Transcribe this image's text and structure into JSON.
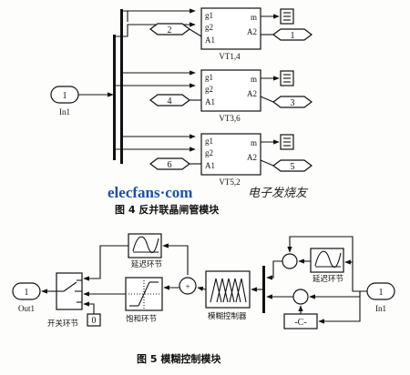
{
  "figure4": {
    "caption": "图 4   反并联晶闸管模块",
    "inport": {
      "number": "1",
      "label": "In1"
    },
    "thyristors": [
      {
        "name": "VT1,4",
        "port_g1": "g1",
        "port_g2": "g2",
        "port_A1": "A1",
        "port_m": "m",
        "port_A2": "A2",
        "left_conn": "2",
        "right_conn": "1"
      },
      {
        "name": "VT3,6",
        "port_g1": "g1",
        "port_g2": "g2",
        "port_A1": "A1",
        "port_m": "m",
        "port_A2": "A2",
        "left_conn": "4",
        "right_conn": "3"
      },
      {
        "name": "VT5,2",
        "port_g1": "g1",
        "port_g2": "g2",
        "port_A1": "A1",
        "port_m": "m",
        "port_A2": "A2",
        "left_conn": "6",
        "right_conn": "5"
      }
    ]
  },
  "watermark": {
    "brand": "elecfans·com",
    "cn": "电子发烧友"
  },
  "figure5": {
    "caption": "图 5    模糊控制模块",
    "outport": {
      "number": "1",
      "label": "Out1"
    },
    "inport": {
      "number": "1",
      "label": "In1"
    },
    "switch_label": "开关环节",
    "const_value": "0",
    "delay_top_label": "延迟环节",
    "delay_right_label": "延迟环节",
    "saturation_label": "饱和环节",
    "fuzzy_label": "模糊控制器",
    "gain_value": "-C-",
    "sum_sign": "+"
  }
}
